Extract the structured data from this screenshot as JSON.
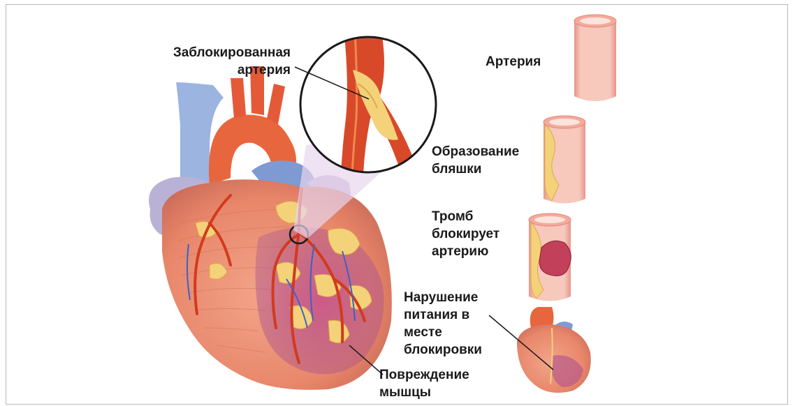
{
  "labels": {
    "blocked_artery": "Заблокированная\nартерия",
    "artery": "Артерия",
    "plaque_formation": "Образование\nбляшки",
    "clot_blocks": "Тромб\nблокирует\nартерию",
    "nutrition_disruption": "Нарушение\nпитания в\nместе\nблокировки",
    "muscle_damage": "Повреждение\nмышцы"
  },
  "colors": {
    "heart_muscle": "#e8866a",
    "artery": "#d8492a",
    "plaque": "#f4d27a",
    "vein": "#8aa8dc",
    "damage": "#b85a8a",
    "vessel_wall": "#f4aa9c",
    "vessel_lumen": "#f7c4b6",
    "clot": "#c2405a"
  }
}
